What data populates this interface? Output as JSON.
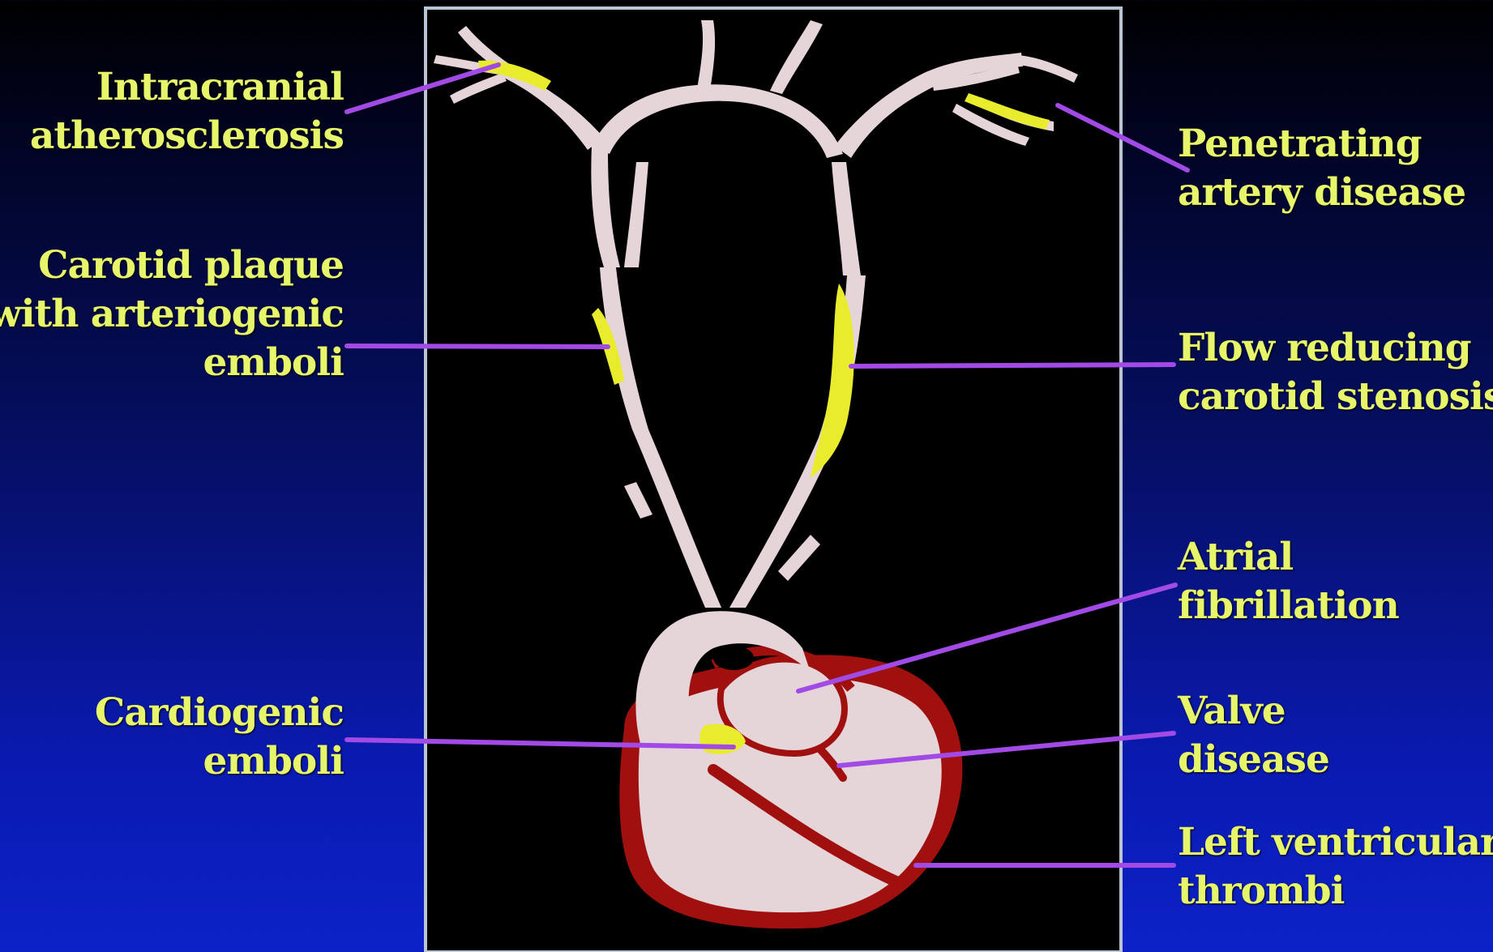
{
  "labels": {
    "intracranial": "Intracranial\natherosclerosis",
    "penetrating": "Penetrating\nartery disease",
    "carotid_plaque": "Carotid plaque\nwith arteriogenic\nemboli",
    "flow_reducing": "Flow reducing\ncarotid stenosis",
    "atrial": "Atrial\nfibrillation",
    "cardiogenic": "Cardiogenic\nemboli",
    "valve": "Valve\ndisease",
    "left_ventricular": "Left ventricular\nthrombi"
  },
  "colors": {
    "label_text": "#e6f56a",
    "pointer_line": "#a24ae6",
    "vessel": "#e5d4d8",
    "plaque": "#e9ec2c",
    "heart_wall": "#a0100e",
    "panel": "#000000",
    "panel_border": "#b9c4d4"
  }
}
